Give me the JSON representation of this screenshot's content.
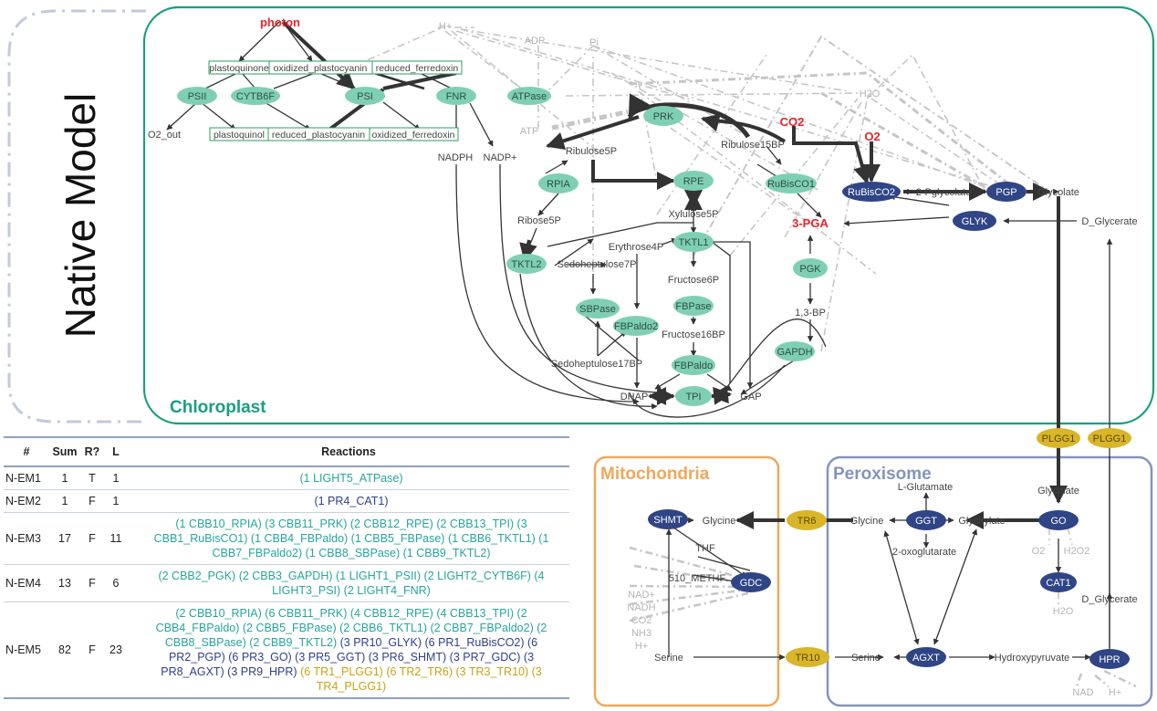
{
  "side_label": "Native Model",
  "compartments": {
    "chloroplast": "Chloroplast",
    "mitochondria": "Mitochondria",
    "peroxisome": "Peroxisome"
  },
  "colors": {
    "chloroplast_border": "#1a9e80",
    "chloroplast_enzyme": "#7fcfb5",
    "peroxisome_border": "#8494bd",
    "peroxisome_enzyme": "#2f4586",
    "mitochondria_border": "#f0a85a",
    "transporter": "#d9b52a",
    "highlight": "#e8232a",
    "cofactor_grey": "#c0c0c0"
  },
  "highlight_labels": {
    "photon": "photon",
    "co2": "CO2",
    "o2": "O2",
    "pga3": "3-PGA"
  },
  "photo_enzymes": {
    "psii": "PSII",
    "cytb6f": "CYTB6F",
    "psi": "PSI",
    "fnr": "FNR",
    "atpase": "ATPase"
  },
  "boxed_metabolites": {
    "plastoquinone": "plastoquinone",
    "oxidized_plastocyanin": "oxidized_plastocyanin",
    "reduced_ferredoxin": "reduced_ferredoxin",
    "plastoquinol": "plastoquinol",
    "reduced_plastocyanin": "reduced_plastocyanin",
    "oxidized_ferredoxin": "oxidized_ferredoxin"
  },
  "grey_metabolites": {
    "h_plus": "H+",
    "adp": "ADP",
    "pi": "Pi",
    "atp": "ATP",
    "h2o": "H2O"
  },
  "chloro_metabolites": {
    "o2_out": "O2_out",
    "nadph": "NADPH",
    "nadp": "NADP+",
    "ribulose5p": "Ribulose5P",
    "ribulose15bp": "Ribulose15BP",
    "ribose5p": "Ribose5P",
    "xylulose5p": "Xylulose5P",
    "erythrose4p": "Erythrose4P",
    "sedoheptulose7p": "Sedoheptulose7P",
    "fructose6p": "Fructose6P",
    "fructose16bp": "Fructose16BP",
    "sedoheptulose17bp": "Sedoheptulose17BP",
    "bp13": "1,3-BP",
    "dhap": "DHAP",
    "gap": "GAP",
    "pglycolate2": "2-Pglycolate",
    "glycolate": "Glycolate",
    "d_glycerate": "D_Glycerate"
  },
  "calvin_enzymes": {
    "prk": "PRK",
    "rpia": "RPIA",
    "rpe": "RPE",
    "rubisco1": "RuBisCO1",
    "tktl1": "TKTL1",
    "tktl2": "TKTL2",
    "sbpase": "SBPase",
    "fbpase": "FBPase",
    "fbpaldo2": "FBPaldo2",
    "fbpaldo": "FBPaldo",
    "tpi": "TPI",
    "pgk": "PGK",
    "gapdh": "GAPDH"
  },
  "photoresp_enzymes": {
    "rubisco2": "RuBisCO2",
    "pgp": "PGP",
    "glyk": "GLYK",
    "shmt": "SHMT",
    "gdc": "GDC",
    "ggt": "GGT",
    "go": "GO",
    "cat1": "CAT1",
    "agxt": "AGXT",
    "hpr": "HPR"
  },
  "transporters": {
    "plgg1_a": "PLGG1",
    "plgg1_b": "PLGG1",
    "tr6": "TR6",
    "tr10": "TR10"
  },
  "mito_metabolites": {
    "glycine": "Glycine",
    "thf": "THF",
    "methf": "510_METHF",
    "serine": "Serine"
  },
  "mito_cofactors": {
    "nad": "NAD+",
    "nadh": "NADH",
    "co2": "CO2",
    "nh3": "NH3",
    "h": "H+"
  },
  "perox_metabolites": {
    "glycolate": "Glycolate",
    "l_glutamate": "L-Glutamate",
    "glycine": "Glycine",
    "glyoxylate": "Glyoxylate",
    "oxoglutarate": "2-oxoglutarate",
    "serine": "Serine",
    "hydroxypyruvate": "Hydroxypyruvate",
    "d_glycerate": "D_Glycerate"
  },
  "perox_cofactors": {
    "o2": "O2",
    "h2o2": "H2O2",
    "h2o": "H2O",
    "nad": "NAD",
    "h": "H+"
  },
  "table": {
    "headers": [
      "#",
      "Sum",
      "R?",
      "L",
      "Reactions"
    ],
    "rows": [
      {
        "id": "N-EM1",
        "sum": "1",
        "r": "T",
        "l": "1",
        "parts": [
          {
            "t": "(1 LIGHT5_ATPase)",
            "c": "teal"
          }
        ]
      },
      {
        "id": "N-EM2",
        "sum": "1",
        "r": "F",
        "l": "1",
        "parts": [
          {
            "t": "(1 PR4_CAT1)",
            "c": "navy"
          }
        ]
      },
      {
        "id": "N-EM3",
        "sum": "17",
        "r": "F",
        "l": "11",
        "parts": [
          {
            "t": "(1 CBB10_RPIA) (3 CBB11_PRK) (2 CBB12_RPE) (2 CBB13_TPI) (3 CBB1_RuBisCO1) (1 CBB4_FBPaldo) (1 CBB5_FBPase) (1 CBB6_TKTL1) (1 CBB7_FBPaldo2) (1 CBB8_SBPase) (1 CBB9_TKTL2)",
            "c": "teal"
          }
        ]
      },
      {
        "id": "N-EM4",
        "sum": "13",
        "r": "F",
        "l": "6",
        "parts": [
          {
            "t": "(2 CBB2_PGK) (2 CBB3_GAPDH) (1 LIGHT1_PSII) (2 LIGHT2_CYTB6F) (4 LIGHT3_PSI) (2 LIGHT4_FNR)",
            "c": "teal"
          }
        ]
      },
      {
        "id": "N-EM5",
        "sum": "82",
        "r": "F",
        "l": "23",
        "parts": [
          {
            "t": "(2 CBB10_RPIA) (6 CBB11_PRK) (4 CBB12_RPE) (4 CBB13_TPI) (2 CBB4_FBPaldo) (2 CBB5_FBPase) (2 CBB6_TKTL1) (2 CBB7_FBPaldo2) (2 CBB8_SBPase) (2 CBB9_TKTL2)",
            "c": "teal"
          },
          {
            "t": " (3 PR10_GLYK) (6 PR1_RuBisCO2) (6 PR2_PGP) (6 PR3_GO) (3 PR5_GGT) (3 PR6_SHMT) (3 PR7_GDC) (3 PR8_AGXT) (3 PR9_HPR)",
            "c": "navy"
          },
          {
            "t": " (6 TR1_PLGG1) (6 TR2_TR6) (3 TR3_TR10) (3 TR4_PLGG1)",
            "c": "gold"
          }
        ]
      }
    ]
  }
}
